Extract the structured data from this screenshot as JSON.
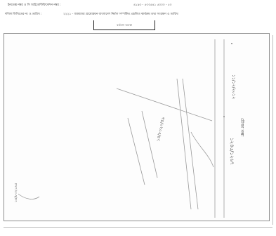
{
  "header": {
    "line1_left": "ইনডেক্স নম্বর ও সি আইডেন্টিফিকেশন নম্বর :",
    "line1_right": "৪১৯৩ - ৫০৩৫৪১ ৫০০০ - ৫০",
    "line2_left": "দলিল লিখিতের নং ও তারিখ :",
    "line2_right": "২২২১ - আমাদের গ্রামোন্নয়ন বাংলাদেশ নির্মাণ সম্পর্কিত প্রচলিত কার্যক্রম তথ্য সংরক্ষণ ও তারিখ",
    "stamp_label": "বর্তমান অবস্থা"
  },
  "scan": {
    "title": "মৌজা নক্সা",
    "date": "১১/১২/২০১২",
    "plot": "১২৪৫/১২৬৭",
    "serial": "১৪/৮০২০/৪৯",
    "left_note": "১৪/৮৩২১৯৫"
  }
}
